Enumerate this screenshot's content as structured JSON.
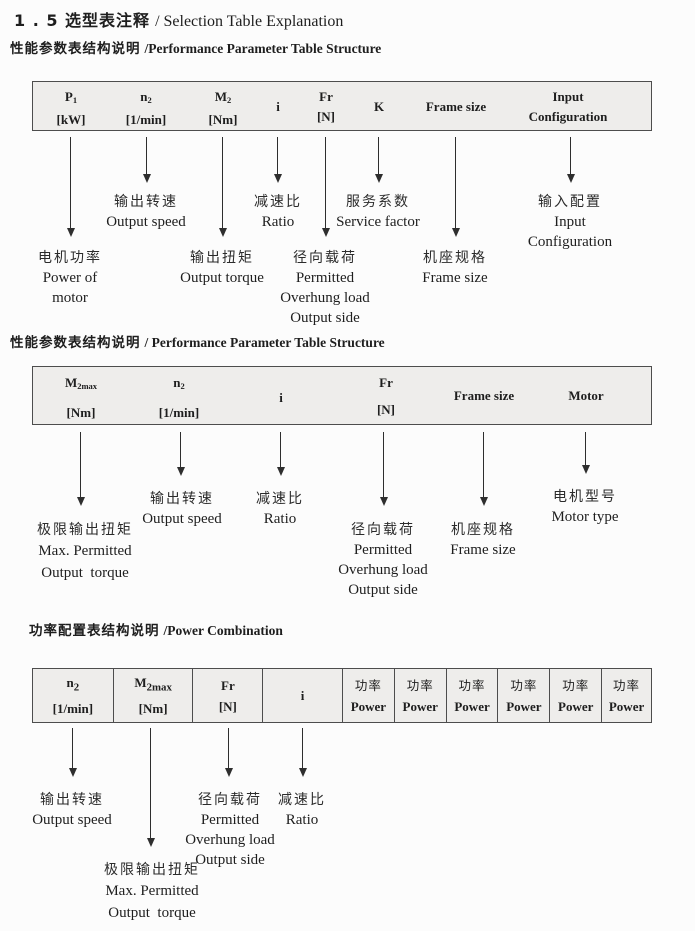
{
  "title": {
    "zh": "1 . 5 选型表注释",
    "en": "/ Selection Table Explanation"
  },
  "s1": {
    "heading": {
      "zh": "性能参数表结构说明",
      "en": "/Performance Parameter Table Structure"
    },
    "table": {
      "cols": [
        {
          "main": "P",
          "sub": "1",
          "unit": "[kW]"
        },
        {
          "main": "n",
          "sub": "2",
          "unit": "[1/min]"
        },
        {
          "main": "M",
          "sub": "2",
          "unit": "[Nm]"
        },
        {
          "main": "i"
        },
        {
          "main": "Fr",
          "unit": "[N]"
        },
        {
          "main": "K"
        },
        {
          "main": "Frame size"
        },
        {
          "main": "Input",
          "unit": "Configuration"
        }
      ]
    },
    "labels": [
      {
        "zh": "电机功率",
        "en": [
          "Power of",
          "motor"
        ]
      },
      {
        "zh": "输出转速",
        "en": [
          "Output speed"
        ]
      },
      {
        "zh": "输出扭矩",
        "en": [
          "Output torque"
        ]
      },
      {
        "zh": "减速比",
        "en": [
          "Ratio"
        ]
      },
      {
        "zh": "径向载荷",
        "en": [
          "Permitted",
          "Overhung load",
          "Output side"
        ]
      },
      {
        "zh": "服务系数",
        "en": [
          "Service factor"
        ]
      },
      {
        "zh": "机座规格",
        "en": [
          "Frame size"
        ]
      },
      {
        "zh": "输入配置",
        "en": [
          "Input",
          "Configuration"
        ]
      }
    ]
  },
  "s2": {
    "heading": {
      "zh": "性能参数表结构说明",
      "en": "/ Performance Parameter Table Structure"
    },
    "table": {
      "cols": [
        {
          "main": "M",
          "sub": "2max",
          "unit": "[Nm]"
        },
        {
          "main": "n",
          "sub": "2",
          "unit": "[1/min]"
        },
        {
          "main": "i"
        },
        {
          "main": "Fr",
          "unit": "[N]"
        },
        {
          "main": "Frame size"
        },
        {
          "main": "Motor"
        }
      ]
    },
    "labels": [
      {
        "zh": "极限输出扭矩",
        "en": [
          "Max. Permitted",
          "Output  torque"
        ]
      },
      {
        "zh": "输出转速",
        "en": [
          "Output speed"
        ]
      },
      {
        "zh": "减速比",
        "en": [
          "Ratio"
        ]
      },
      {
        "zh": "径向载荷",
        "en": [
          "Permitted",
          "Overhung load",
          "Output side"
        ]
      },
      {
        "zh": "机座规格",
        "en": [
          "Frame size"
        ]
      },
      {
        "zh": "电机型号",
        "en": [
          "Motor type"
        ]
      }
    ]
  },
  "s3": {
    "heading": {
      "zh": "功率配置表结构说明",
      "en": "/Power Combination"
    },
    "table": {
      "cols": [
        {
          "main": "n",
          "sub": "2",
          "unit": "[1/min]"
        },
        {
          "main": "M",
          "sub": "2max",
          "unit": "[Nm]"
        },
        {
          "main": "Fr",
          "unit": "[N]"
        },
        {
          "main": "i"
        }
      ],
      "power_col": {
        "zh": "功率",
        "en": "Power"
      },
      "power_col_count": 6
    },
    "labels": [
      {
        "zh": "输出转速",
        "en": [
          "Output speed"
        ]
      },
      {
        "zh": "极限输出扭矩",
        "en": [
          "Max. Permitted",
          "Output  torque"
        ]
      },
      {
        "zh": "径向载荷",
        "en": [
          "Permitted",
          "Overhung load",
          "Output side"
        ]
      },
      {
        "zh": "减速比",
        "en": [
          "Ratio"
        ]
      }
    ]
  }
}
